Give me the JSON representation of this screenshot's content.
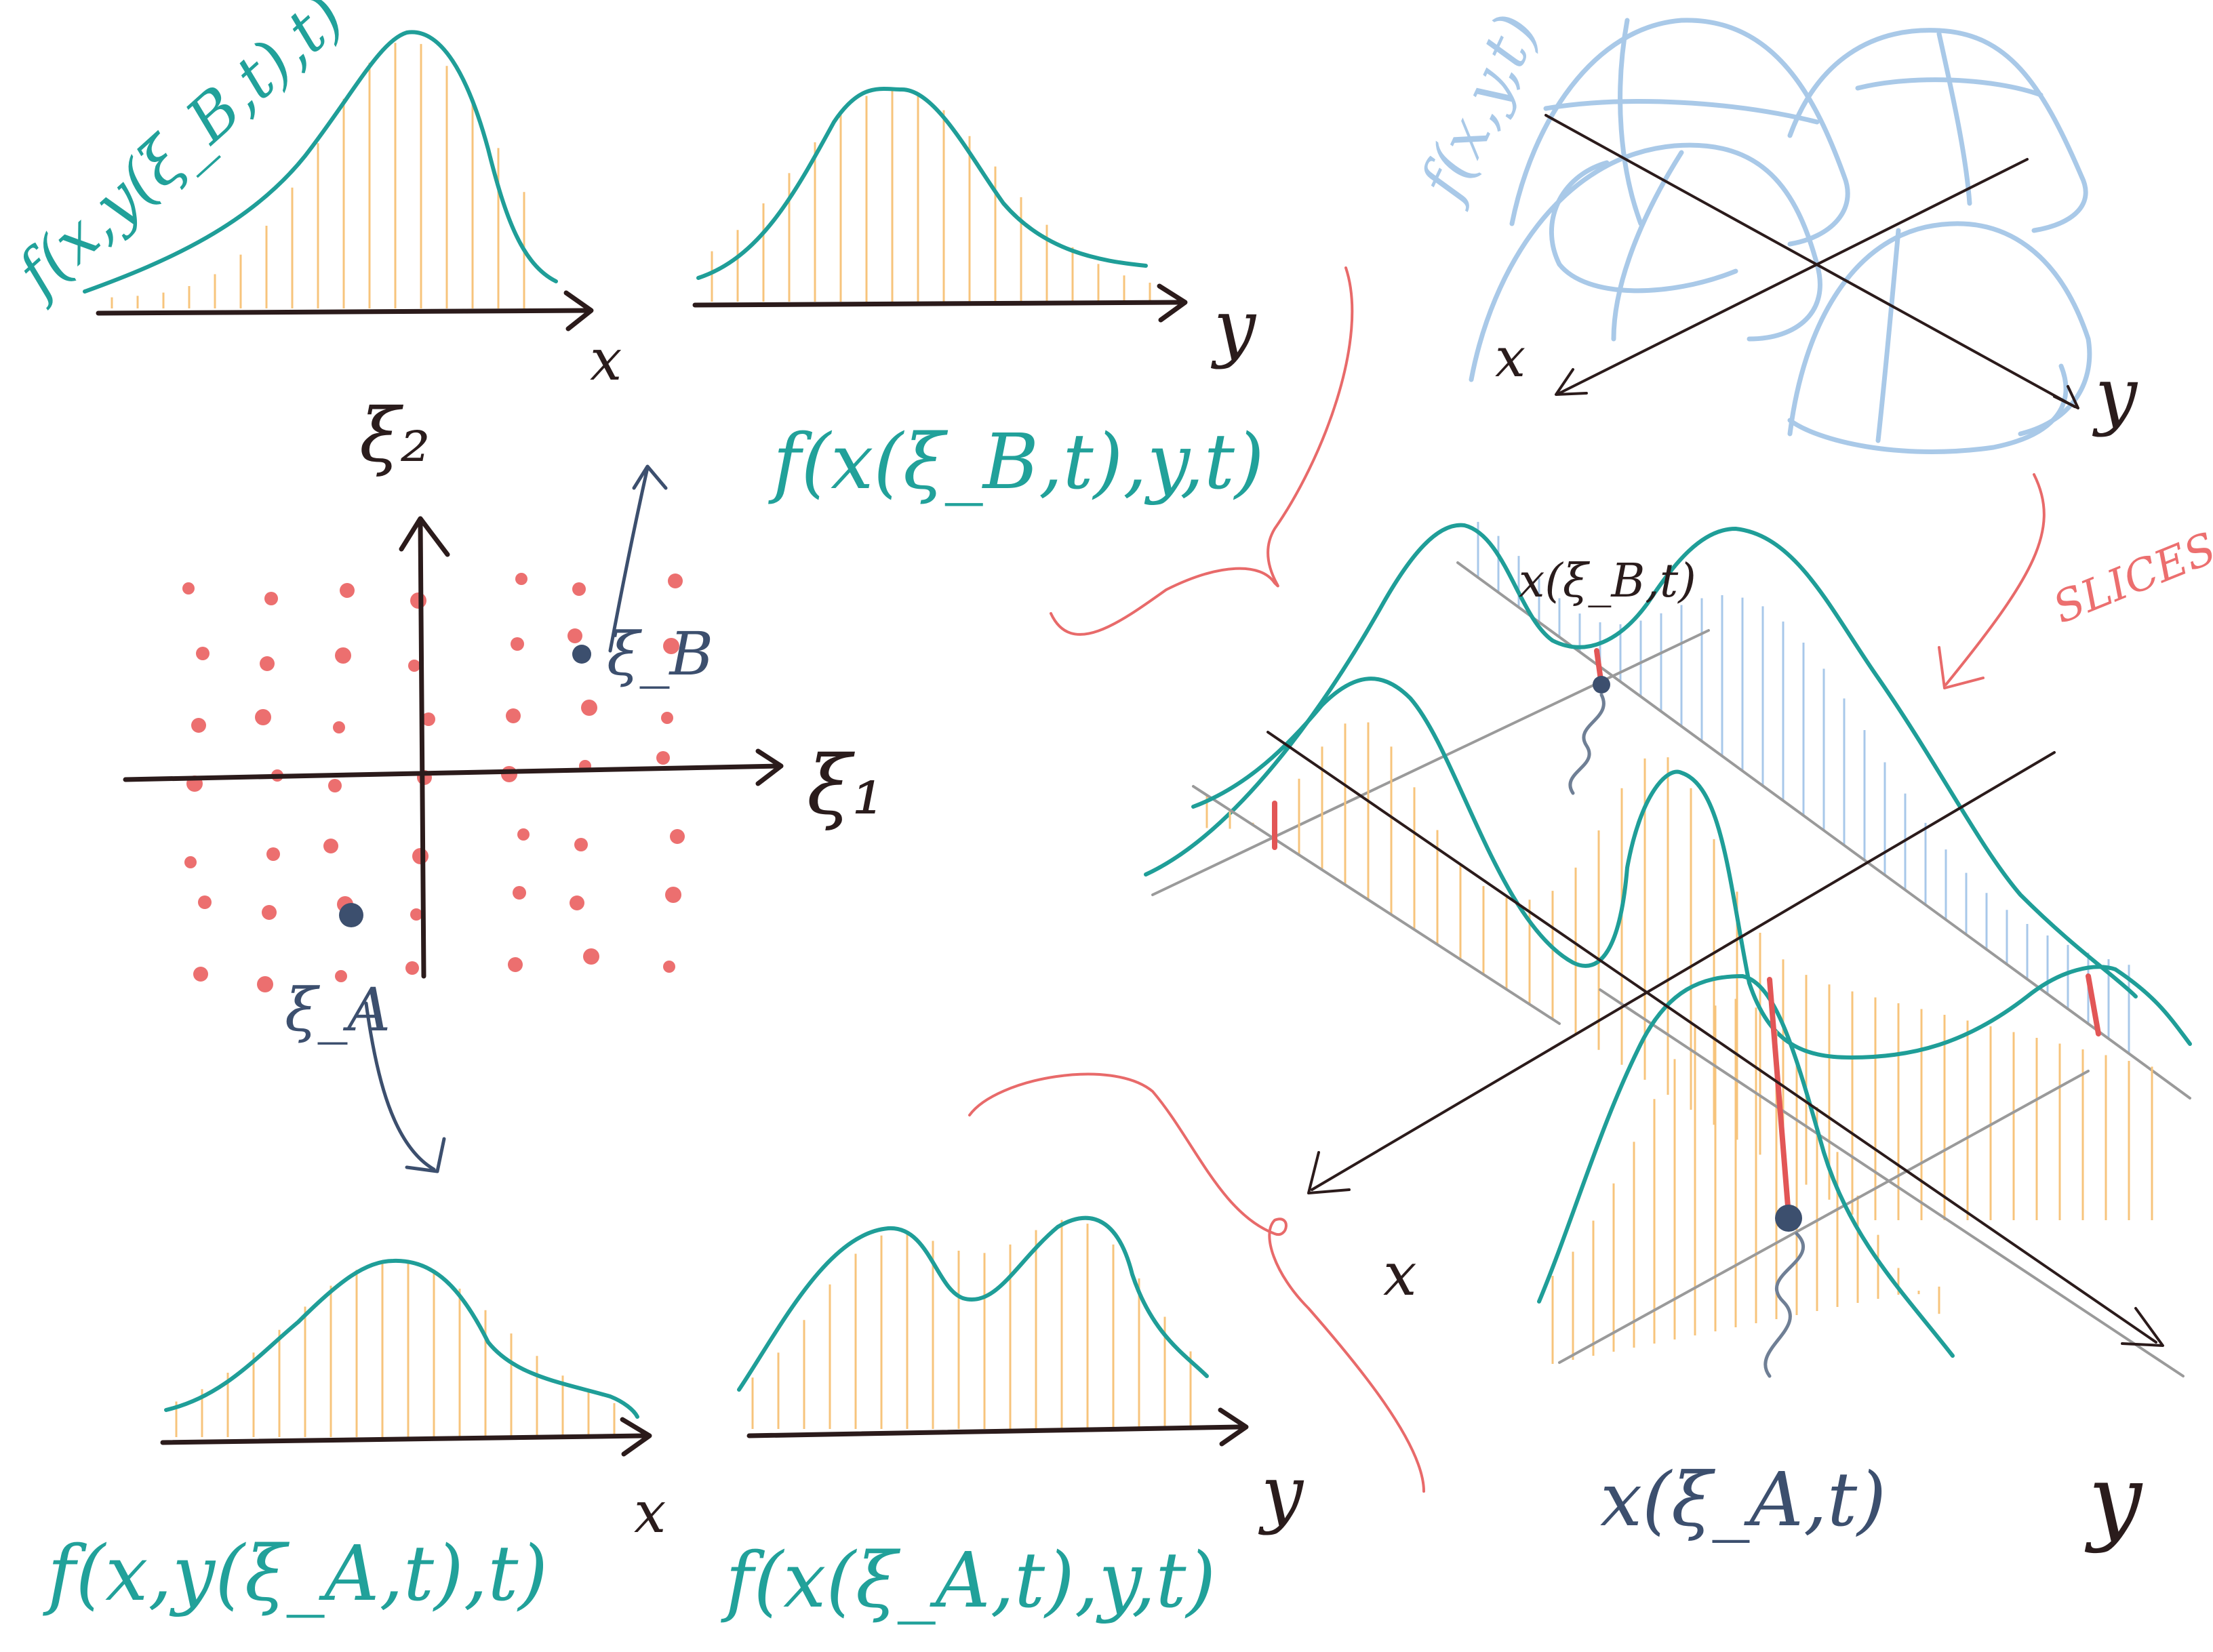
{
  "labels": {
    "top_left_formula": "f(x,y(ξ_B,t),t)",
    "top_left_axis": "x",
    "top_mid_formula": "f(x(ξ_B,t),y,t)",
    "top_mid_axis": "y",
    "xi2": "ξ₂",
    "xi1": "ξ₁",
    "xi_b": "ξ_B",
    "xi_a": "ξ_A",
    "bottom_left_formula": "f(x,y(ξ_A,t),t)",
    "bottom_left_axis": "x",
    "bottom_mid_formula": "f(x(ξ_A,t),y,t)",
    "bottom_mid_axis": "y",
    "surface_formula": "f(x,y,t)",
    "surface_axis_x": "x",
    "surface_axis_y": "y",
    "slices_note": "SLICES",
    "big_axis_x": "x",
    "big_axis_y": "y",
    "point_b_label": "x(ξ_B,t)",
    "point_a_label": "x(ξ_A,t)"
  },
  "colors": {
    "teal": "#21a19a",
    "orange": "#f7c47c",
    "light_blue": "#a8c8ea",
    "pink": "#ec6f6f",
    "navy": "#3c4f6e",
    "dark": "#2a1c1c"
  },
  "lattice": {
    "dot_color": "#ec6f6f",
    "origin_marker": "xi-origin"
  }
}
